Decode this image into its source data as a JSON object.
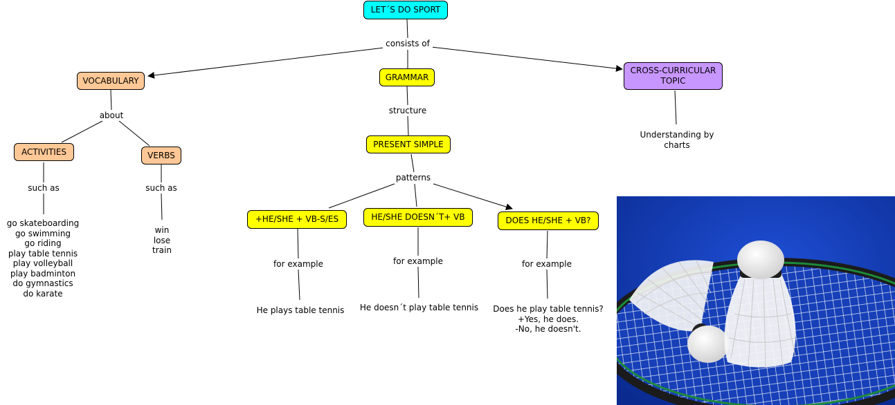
{
  "nodes": {
    "root": "LET´S DO SPORT",
    "vocabulary": "VOCABULARY",
    "grammar": "GRAMMAR",
    "cross": "CROSS-CURRICULAR\nTOPIC",
    "activities": "ACTIVITIES",
    "verbs": "VERBS",
    "present_simple": "PRESENT SIMPLE",
    "affirmative": "+HE/SHE + VB-S/ES",
    "negative": "HE/SHE DOESN´T+ VB",
    "question": "DOES HE/SHE + VB?"
  },
  "link_labels": {
    "consists_of": "consists of",
    "about": "about",
    "structure": "structure",
    "patterns": "patterns",
    "such_as_activities": "such as",
    "such_as_verbs": "such as",
    "for_example_1": "for example",
    "for_example_2": "for example",
    "for_example_3": "for example"
  },
  "leaves": {
    "charts": "Understanding by\ncharts",
    "activities_list": "go skateboarding\ngo swimming\ngo riding\nplay table tennis\nplay volleyball\nplay badminton\ndo gymnastics\ndo karate",
    "verbs_list": "win\nlose\ntrain",
    "example_1": "He plays table tennis",
    "example_2": "He doesn´t play table tennis",
    "example_3": "Does he play table tennis?\n+Yes, he does.\n-No, he doesn't."
  },
  "image": {
    "subject": "badminton shuttlecocks on racket",
    "background_color": "#0a2fa8"
  },
  "colors": {
    "root": "#00ffff",
    "vocabulary": "#ffc896",
    "grammar": "#ffff00",
    "cross": "#c896ff"
  }
}
